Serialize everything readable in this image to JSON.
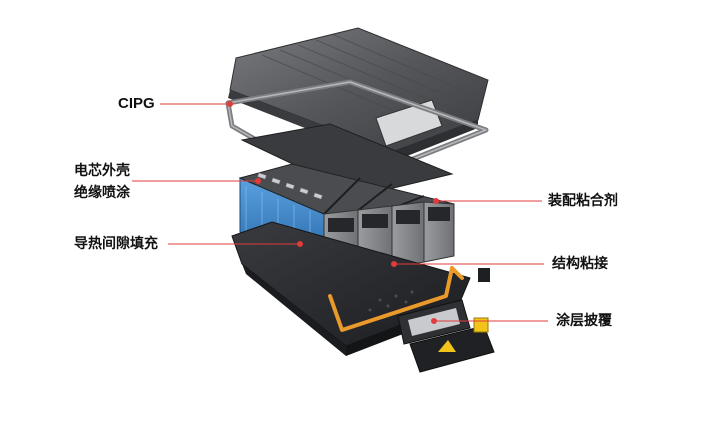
{
  "labels": {
    "cipg": "CIPG",
    "cell_coating_line1": "电芯外壳",
    "cell_coating_line2": "绝缘喷涂",
    "gap_filling": "导热间隙填充",
    "assembly_adhesive": "装配粘合剂",
    "structural_bonding": "结构粘接",
    "coating": "涂层披覆"
  },
  "colors": {
    "leader_line": "#e23b3b",
    "marker_dot": "#e23b3b",
    "lid": "#5f6063",
    "cell_blue": "#2d78c4",
    "cell_top": "#3b3d41",
    "tray": "#2a2b2e",
    "orange_seal": "#e99a2a",
    "yellow_connector": "#f2c419"
  }
}
